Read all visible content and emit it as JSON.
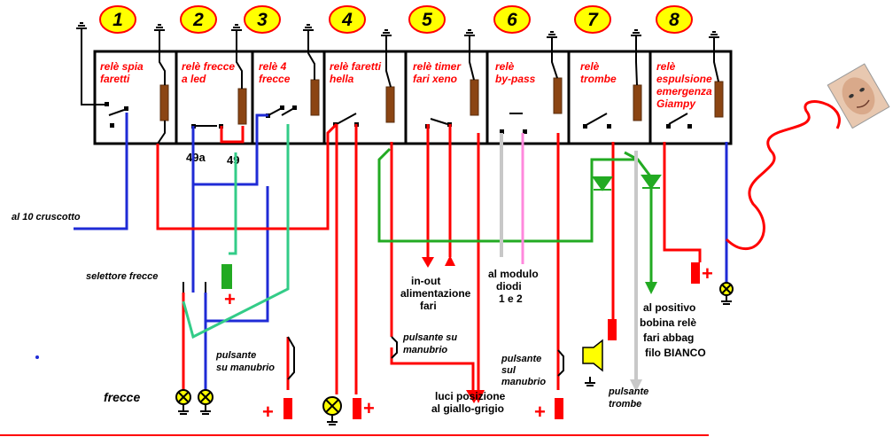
{
  "relays": [
    {
      "number": "1",
      "label_lines": [
        "relè spia",
        "faretti"
      ]
    },
    {
      "number": "2",
      "label_lines": [
        "relè frecce",
        "a led"
      ]
    },
    {
      "number": "3",
      "label_lines": [
        "relè 4",
        "frecce"
      ]
    },
    {
      "number": "4",
      "label_lines": [
        "relè faretti",
        "hella"
      ]
    },
    {
      "number": "5",
      "label_lines": [
        "relè timer",
        "fari xeno"
      ]
    },
    {
      "number": "6",
      "label_lines": [
        "relè",
        "by-pass"
      ]
    },
    {
      "number": "7",
      "label_lines": [
        "relè",
        "trombe"
      ]
    },
    {
      "number": "8",
      "label_lines": [
        "relè",
        "espulsione",
        "emergenza",
        "Giampy"
      ]
    }
  ],
  "pins": {
    "p49a": "49a",
    "p49": "49"
  },
  "labels": {
    "cruscotto": "al 10 cruscotto",
    "selettore": "selettore frecce",
    "frecce": "frecce",
    "pulsante_manubrio_1": [
      "pulsante",
      "su manubrio"
    ],
    "pulsante_manubrio_2": [
      "pulsante su",
      "manubrio"
    ],
    "pulsante_manubrio_3": [
      "pulsante",
      "sul",
      "manubrio"
    ],
    "inout": [
      "in-out",
      "alimentazione",
      "fari"
    ],
    "modulo": [
      "al modulo",
      "diodi",
      "1 e 2"
    ],
    "luci": [
      "luci posizione",
      "al giallo-grigio"
    ],
    "positivo": [
      "al positivo",
      "bobina relè",
      "fari  abbag",
      "filo BIANCO"
    ],
    "trombe": [
      "pulsante",
      "trombe"
    ]
  },
  "plus_sign": "+",
  "colors": {
    "red": "#ff0000",
    "blue": "#1f2bd6",
    "green": "#22aa22",
    "mint": "#33cc88",
    "brown": "#8b4513",
    "yellow": "#ffff00",
    "gray": "#c8c8c8",
    "pink": "#ff88dd"
  }
}
